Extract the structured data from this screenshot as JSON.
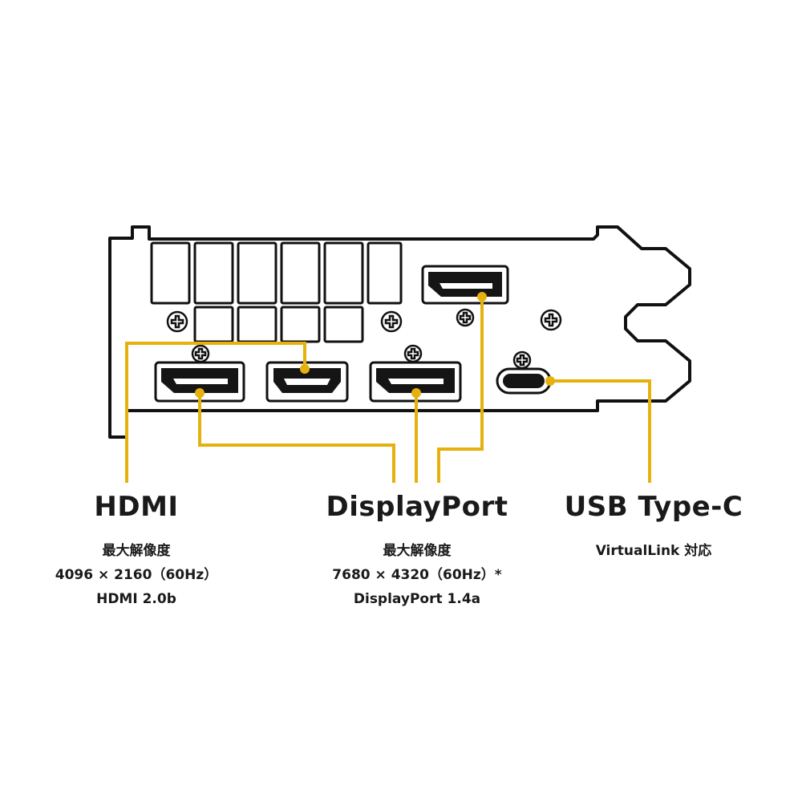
{
  "colors": {
    "line": "#111111",
    "accent": "#E7B10D",
    "port_fill": "#151515"
  },
  "labels": {
    "hdmi": {
      "title": "HDMI",
      "lines": [
        "最大解像度",
        "4096 × 2160（60Hz）",
        "HDMI 2.0b"
      ]
    },
    "displayport": {
      "title": "DisplayPort",
      "lines": [
        "最大解像度",
        "7680 × 4320（60Hz）*",
        "DisplayPort 1.4a"
      ]
    },
    "usb_c": {
      "title": "USB Type-C",
      "lines": [
        "VirtualLink 対応"
      ]
    }
  }
}
